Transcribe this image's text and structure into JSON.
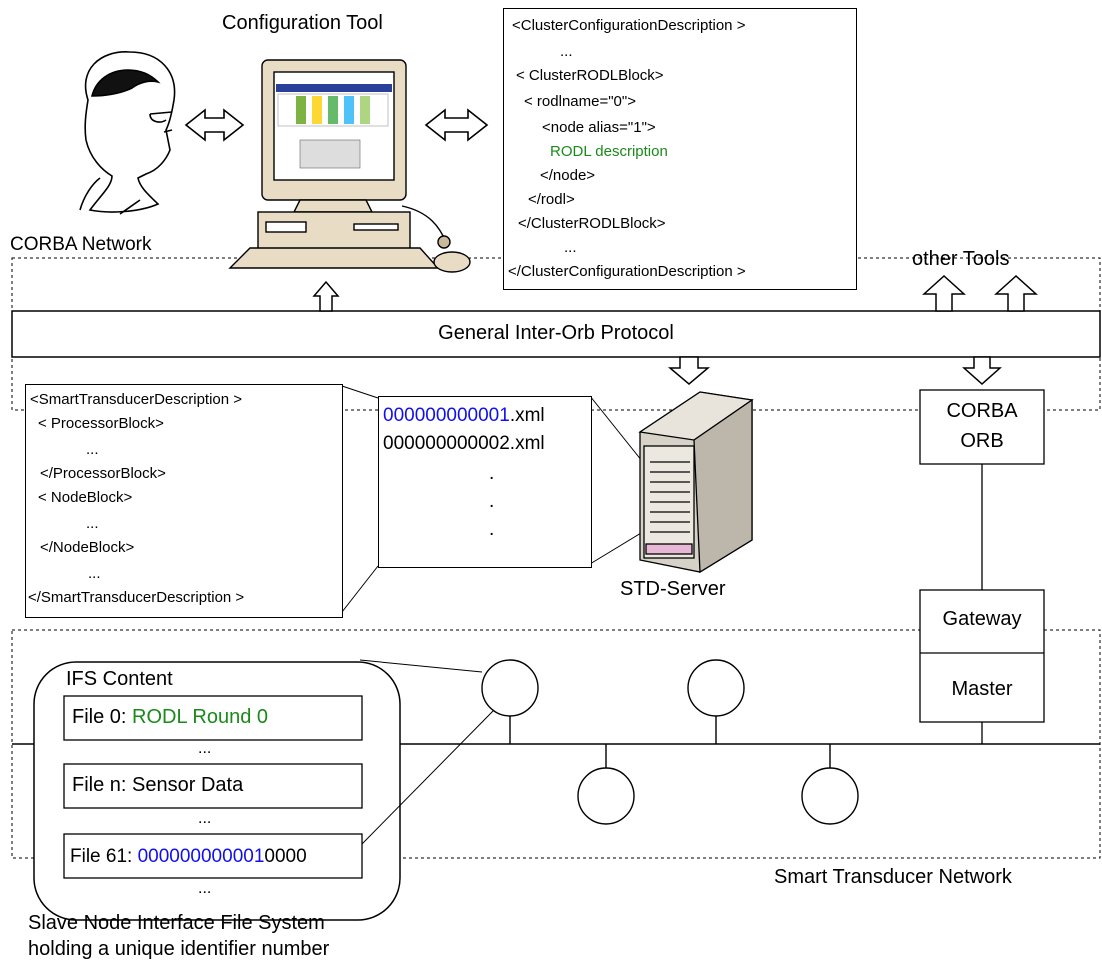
{
  "configuration_tool": {
    "label": "Configuration Tool"
  },
  "cluster_config": {
    "lines": [
      "<ClusterConfigurationDescription >",
      "...",
      "< ClusterRODLBlock>",
      "< rodlname=\"0\">",
      "<node alias=\"1\">",
      "RODL description",
      "</node>",
      "</rodl>",
      "</ClusterRODLBlock>",
      "...",
      "</ClusterConfigurationDescription >"
    ]
  },
  "networks": {
    "corba": "CORBA Network",
    "other_tools": "other Tools",
    "giop": "General Inter-Orb Protocol",
    "smart_transducer": "Smart Transducer Network"
  },
  "std_description": {
    "lines": [
      "<SmartTransducerDescription >",
      "< ProcessorBlock>",
      "...",
      "</ProcessorBlock>",
      "< NodeBlock>",
      "...",
      "</NodeBlock>",
      "...",
      "</SmartTransducerDescription >"
    ]
  },
  "xml_files": {
    "file1_prefix": "000000000001",
    "file1_suffix": ".xml",
    "file2": "000000000002.xml",
    "dots": [
      ".",
      ".",
      "."
    ]
  },
  "server": {
    "label": "STD-Server"
  },
  "corba_orb": {
    "line1": "CORBA",
    "line2": "ORB"
  },
  "gateway": {
    "label": "Gateway"
  },
  "master": {
    "label": "Master"
  },
  "ifs": {
    "title": "IFS Content",
    "file0_label": "File 0:",
    "file0_value": "RODL Round 0",
    "ellipsis1": "...",
    "filen": "File n: Sensor Data",
    "ellipsis2": "...",
    "file61_label": "File 61:",
    "file61_value_blue": "000000000001",
    "file61_value_black": "0000",
    "ellipsis3": "..."
  },
  "caption": {
    "line1": "Slave Node Interface File System",
    "line2": "holding a unique identifier number"
  },
  "colors": {
    "green": "#1a8a1a",
    "blue": "#1010ee",
    "monitor": "#e9dcc4"
  }
}
